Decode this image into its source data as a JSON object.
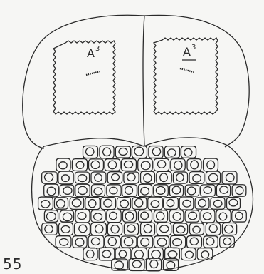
{
  "figure": {
    "number": "55",
    "cells": {
      "left_label": {
        "base": "A",
        "superscript": "3"
      },
      "right_label": {
        "base": "A",
        "superscript": "3"
      }
    }
  },
  "colors": {
    "ink": "#2a2a2a",
    "paper": "#f6f6f4"
  }
}
